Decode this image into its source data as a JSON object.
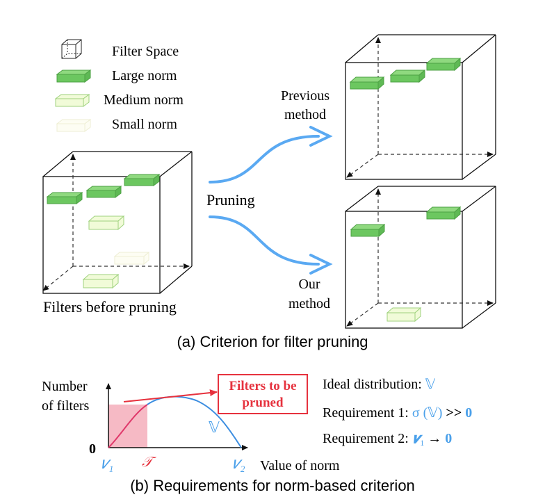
{
  "legend": {
    "items": [
      {
        "label": "Filter Space",
        "swatch": "filter-space"
      },
      {
        "label": "Large norm",
        "swatch": "large"
      },
      {
        "label": "Medium norm",
        "swatch": "medium"
      },
      {
        "label": "Small norm",
        "swatch": "small"
      }
    ]
  },
  "colors": {
    "large_fill": "#6cc760",
    "large_top": "#8fd97f",
    "large_stroke": "#4da144",
    "medium_fill": "#f1fbd8",
    "medium_stroke": "#9fd27e",
    "small_fill": "#fdfdf3",
    "small_stroke": "#eeeed4",
    "arrow": "#5aa9f2",
    "curve_left": "#e0396b",
    "curve_right": "#3b8de0",
    "shade": "#f6bac5",
    "callout": "#e6323e",
    "math_blue": "#4aa0ea"
  },
  "panel_a": {
    "before_label": "Filters before pruning",
    "pruning_label": "Pruning",
    "previous_label_1": "Previous",
    "previous_label_2": "method",
    "our_label_1": "Our",
    "our_label_2": "method",
    "caption": "(a) Criterion for filter pruning"
  },
  "panel_b": {
    "ylabel_1": "Number",
    "ylabel_2": "of filters",
    "origin": "0",
    "xlabel": "Value of norm",
    "v1": "𝜈",
    "v1_sub": "1",
    "t_label": "𝒯",
    "v2": "𝜈",
    "v2_sub": "2",
    "dist_symbol": "𝕍",
    "callout_1": "Filters to be",
    "callout_2": "pruned",
    "ideal_prefix": "Ideal distribution: ",
    "ideal_symbol": "𝕍",
    "req1_prefix": "Requirement 1: ",
    "req1_sigma": "σ (𝕍)",
    "req1_op": " >> ",
    "req1_zero": "0",
    "req2_prefix": "Requirement 2: ",
    "req2_nu": "𝝂",
    "req2_sub": "1",
    "req2_arrow": " → ",
    "req2_zero": "0",
    "caption": "(b) Requirements for norm-based criterion"
  }
}
